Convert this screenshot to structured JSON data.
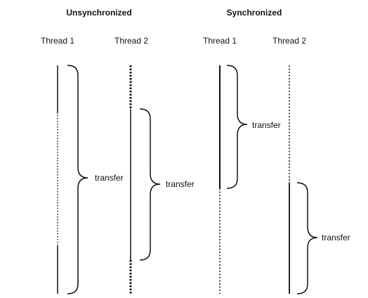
{
  "headings": {
    "unsynchronized": "Unsynchronized",
    "synchronized": "Synchronized"
  },
  "threads": {
    "unsync_thread1": "Thread 1",
    "unsync_thread2": "Thread 2",
    "sync_thread1": "Thread 1",
    "sync_thread2": "Thread 2"
  },
  "transfers": {
    "unsync_thread1": "transfer",
    "unsync_thread2": "transfer",
    "sync_thread1": "transfer",
    "sync_thread2": "transfer"
  },
  "colors": {
    "line": "#111111",
    "background": "#ffffff"
  }
}
